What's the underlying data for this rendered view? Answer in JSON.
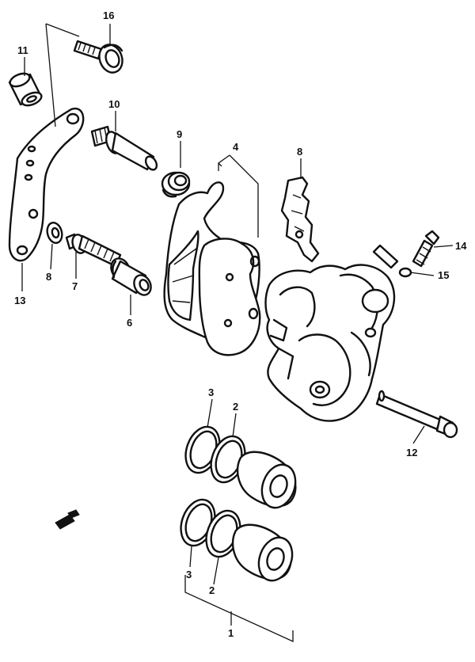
{
  "callouts": {
    "n1": "1",
    "n2a": "2",
    "n2b": "2",
    "n3a": "3",
    "n3b": "3",
    "n4": "4",
    "n6": "6",
    "n7": "7",
    "n8a": "8",
    "n8b": "8",
    "n9": "9",
    "n10": "10",
    "n11": "11",
    "n12": "12",
    "n13": "13",
    "n14": "14",
    "n15": "15",
    "n16": "16"
  },
  "colors": {
    "ink": "#111111",
    "background": "#ffffff"
  }
}
